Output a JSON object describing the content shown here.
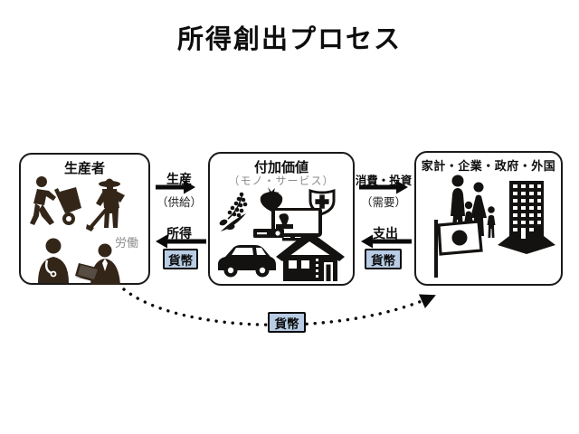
{
  "title": "所得創出プロセス",
  "boxes": {
    "producers": {
      "title": "生産者",
      "note": "労働",
      "icons": [
        "worker-handcart-icon",
        "farmer-icon",
        "doctor-icon",
        "businessman-laptop-icon"
      ]
    },
    "added_value": {
      "title": "付加価値",
      "subtitle": "（モノ・サービス）",
      "icons": [
        "rice-plant-icon",
        "strawberry-icon",
        "medical-shield-icon",
        "tv-console-icon",
        "car-icon",
        "house-icon"
      ]
    },
    "demanders": {
      "title": "家計・企業・政府・外国",
      "icons": [
        "family-icon",
        "japan-flag-icon",
        "office-building-icon"
      ]
    }
  },
  "flows": {
    "production": {
      "label": "生産",
      "sublabel": "（供給）",
      "direction": "right"
    },
    "income": {
      "label": "所得",
      "badge": "貨幣",
      "direction": "left"
    },
    "consumption": {
      "label": "消費・投資",
      "sublabel": "（需要）",
      "direction": "right"
    },
    "expenditure": {
      "label": "支出",
      "badge": "貨幣",
      "direction": "left"
    },
    "money_circulation": {
      "badge": "貨幣",
      "style": "dotted-arc",
      "direction": "left-box-to-right-box"
    }
  },
  "colors": {
    "money_badge_bg": "#b8cce4",
    "box_border": "#1a1a1a",
    "ink": "#141210",
    "producer_silhouette": "#332619",
    "gray_text": "#8c8c8c"
  }
}
